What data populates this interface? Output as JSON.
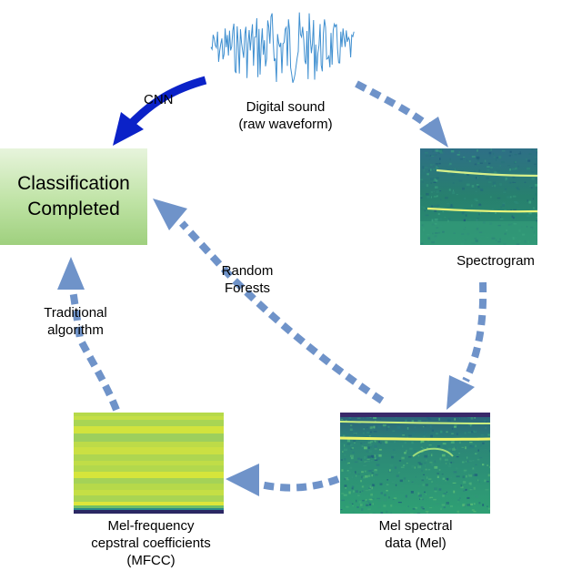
{
  "nodes": {
    "raw": {
      "label_line1": "Digital sound",
      "label_line2": "(raw waveform)"
    },
    "classification": {
      "line1": "Classification",
      "line2": "Completed"
    },
    "spectrogram": {
      "label": "Spectrogram"
    },
    "mel": {
      "label_line1": "Mel spectral",
      "label_line2": "data (Mel)"
    },
    "mfcc": {
      "label_line1": "Mel-frequency",
      "label_line2": "cepstral coefficients",
      "label_line3": "(MFCC)"
    }
  },
  "edges": {
    "cnn": {
      "label": "CNN"
    },
    "random_forests": {
      "label_line1": "Random",
      "label_line2": "Forests"
    },
    "traditional": {
      "label_line1": "Traditional",
      "label_line2": "algorithm"
    }
  },
  "colors": {
    "dashed_arrow": "#6f93c9",
    "cnn_arrow": "#0b22c8",
    "box_fill": "#bfe3a5",
    "waveform": "#3f8fd0"
  }
}
